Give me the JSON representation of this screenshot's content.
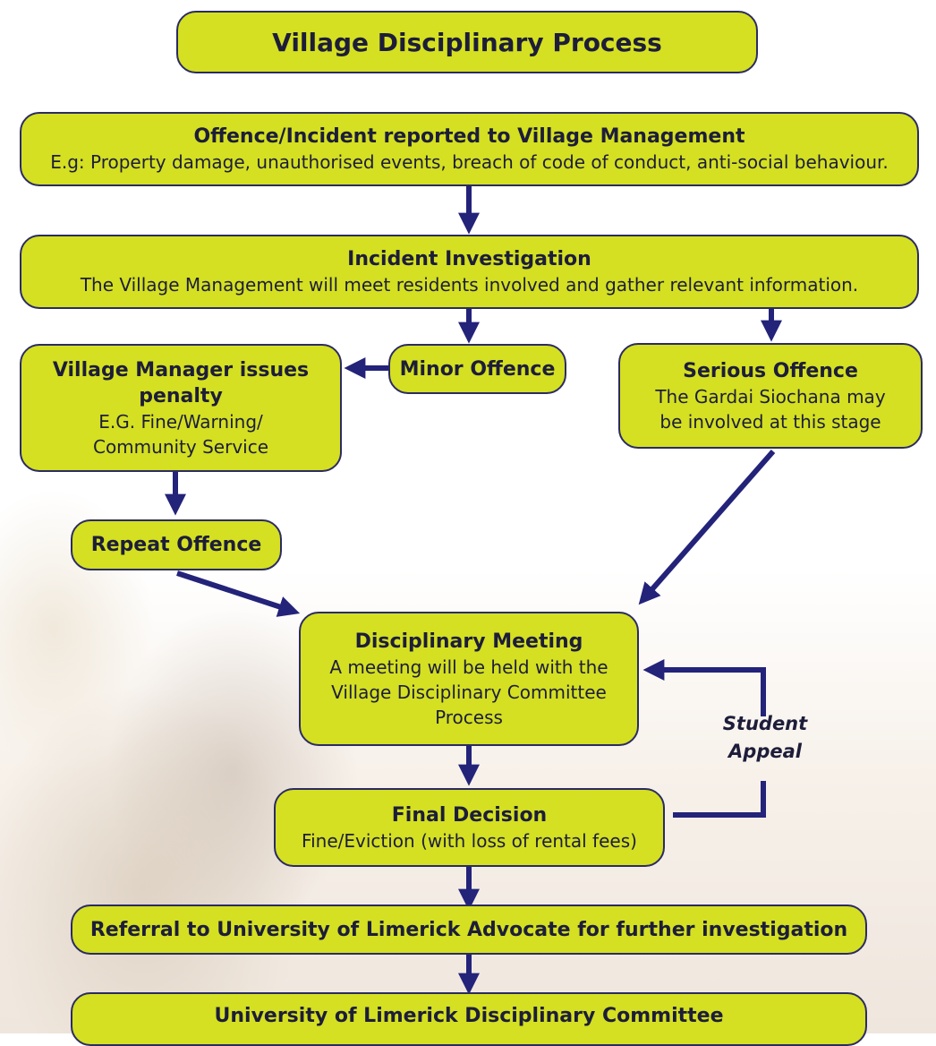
{
  "header": {
    "title": "Village Disciplinary Process"
  },
  "nodes": {
    "report": {
      "title": "Offence/Incident reported to Village Management",
      "text": "E.g: Property damage, unauthorised events, breach of code of conduct, anti-social behaviour."
    },
    "investigation": {
      "title": "Incident Investigation",
      "text": "The Village Management will meet residents involved and gather relevant information."
    },
    "penalty": {
      "title_line1": "Village Manager issues",
      "title_line2": "penalty",
      "text_line1": "E.G. Fine/Warning/",
      "text_line2": "Community Service"
    },
    "minor": {
      "title": "Minor Offence"
    },
    "serious": {
      "title": "Serious Offence",
      "text_line1": "The Gardai Siochana may",
      "text_line2": "be involved at this stage"
    },
    "repeat": {
      "title": "Repeat Offence"
    },
    "meeting": {
      "title": "Disciplinary Meeting",
      "text_line1": "A meeting will be held with the",
      "text_line2": "Village Disciplinary Committee",
      "text_line3": "Process"
    },
    "final": {
      "title": "Final Decision",
      "text": "Fine/Eviction (with loss of rental fees)"
    },
    "referral": {
      "title": "Referral to University of  Limerick Advocate for further investigation"
    },
    "committee": {
      "title": "University of Limerick Disciplinary Committee"
    }
  },
  "appeal": {
    "line1": "Student",
    "line2": "Appeal"
  },
  "colors": {
    "box_fill": "#d4e021",
    "stroke": "#2b2b63",
    "arrow": "#23237a"
  }
}
